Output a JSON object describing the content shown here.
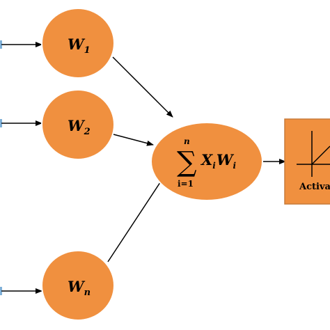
{
  "weights": [
    {
      "main": "W",
      "sub": "1"
    },
    {
      "main": "W",
      "sub": "2"
    },
    {
      "main": "W",
      "sub": "n"
    }
  ],
  "summation": {
    "symbol": "∑",
    "upper": "n",
    "lower": "i=1",
    "term_x": "X",
    "sub_x": "i",
    "term_w": "W",
    "sub_w": "i"
  },
  "activation": {
    "label": "Activa"
  },
  "colors": {
    "node_fill": "#F0903F",
    "node_stroke": "#FFFFFF",
    "box_fill": "#F0903F",
    "box_stroke": "#C77A3A",
    "arrow": "#000000",
    "text": "#000000",
    "input_mark": "#7FB0D8"
  }
}
